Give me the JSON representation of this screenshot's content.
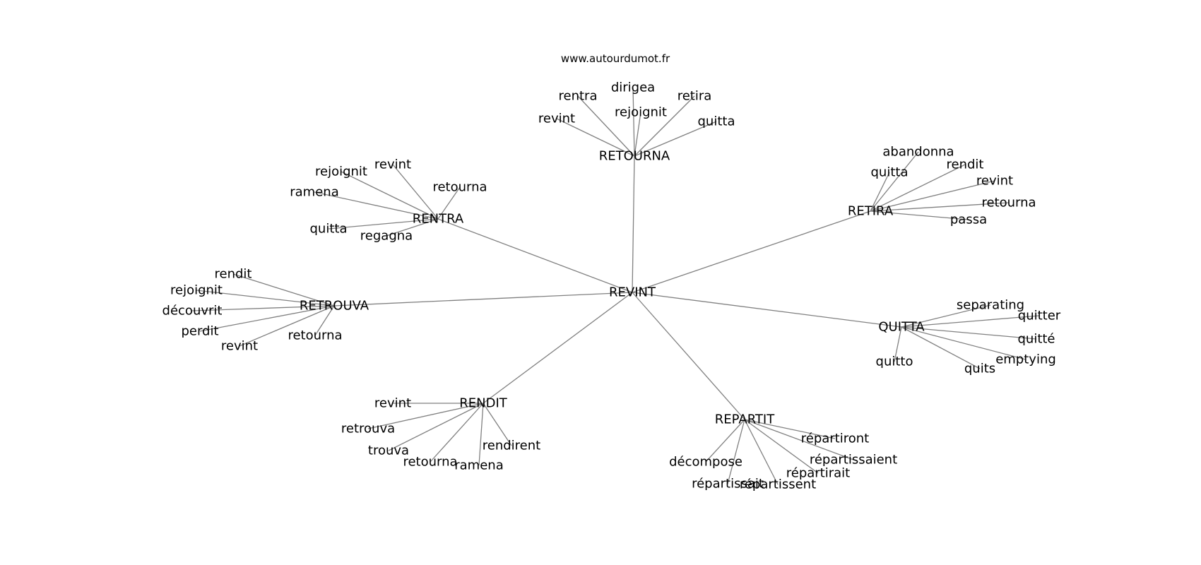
{
  "header": {
    "site": "www.autourdumot.fr"
  },
  "graph": {
    "root": "REVINT",
    "groups": [
      {
        "label": "RETOURNA",
        "leaves": [
          "revint",
          "rentra",
          "dirigea",
          "rejoignit",
          "retira",
          "quitta"
        ]
      },
      {
        "label": "RENTRA",
        "leaves": [
          "rejoignit",
          "revint",
          "retourna",
          "ramena",
          "quitta",
          "regagna"
        ]
      },
      {
        "label": "RETIRA",
        "leaves": [
          "abandonna",
          "quitta",
          "rendit",
          "revint",
          "retourna",
          "passa"
        ]
      },
      {
        "label": "RETROUVA",
        "leaves": [
          "rendit",
          "rejoignit",
          "découvrit",
          "perdit",
          "revint",
          "retourna"
        ]
      },
      {
        "label": "QUITTA",
        "leaves": [
          "separating",
          "quitter",
          "quitté",
          "emptying",
          "quits",
          "quitto"
        ]
      },
      {
        "label": "RENDIT",
        "leaves": [
          "revint",
          "retrouva",
          "trouva",
          "retourna",
          "ramena",
          "rendirent"
        ]
      },
      {
        "label": "REPARTIT",
        "leaves": [
          "répartiront",
          "répartissaient",
          "répartirait",
          "répartissent",
          "répartissait",
          "décompose"
        ]
      }
    ]
  }
}
